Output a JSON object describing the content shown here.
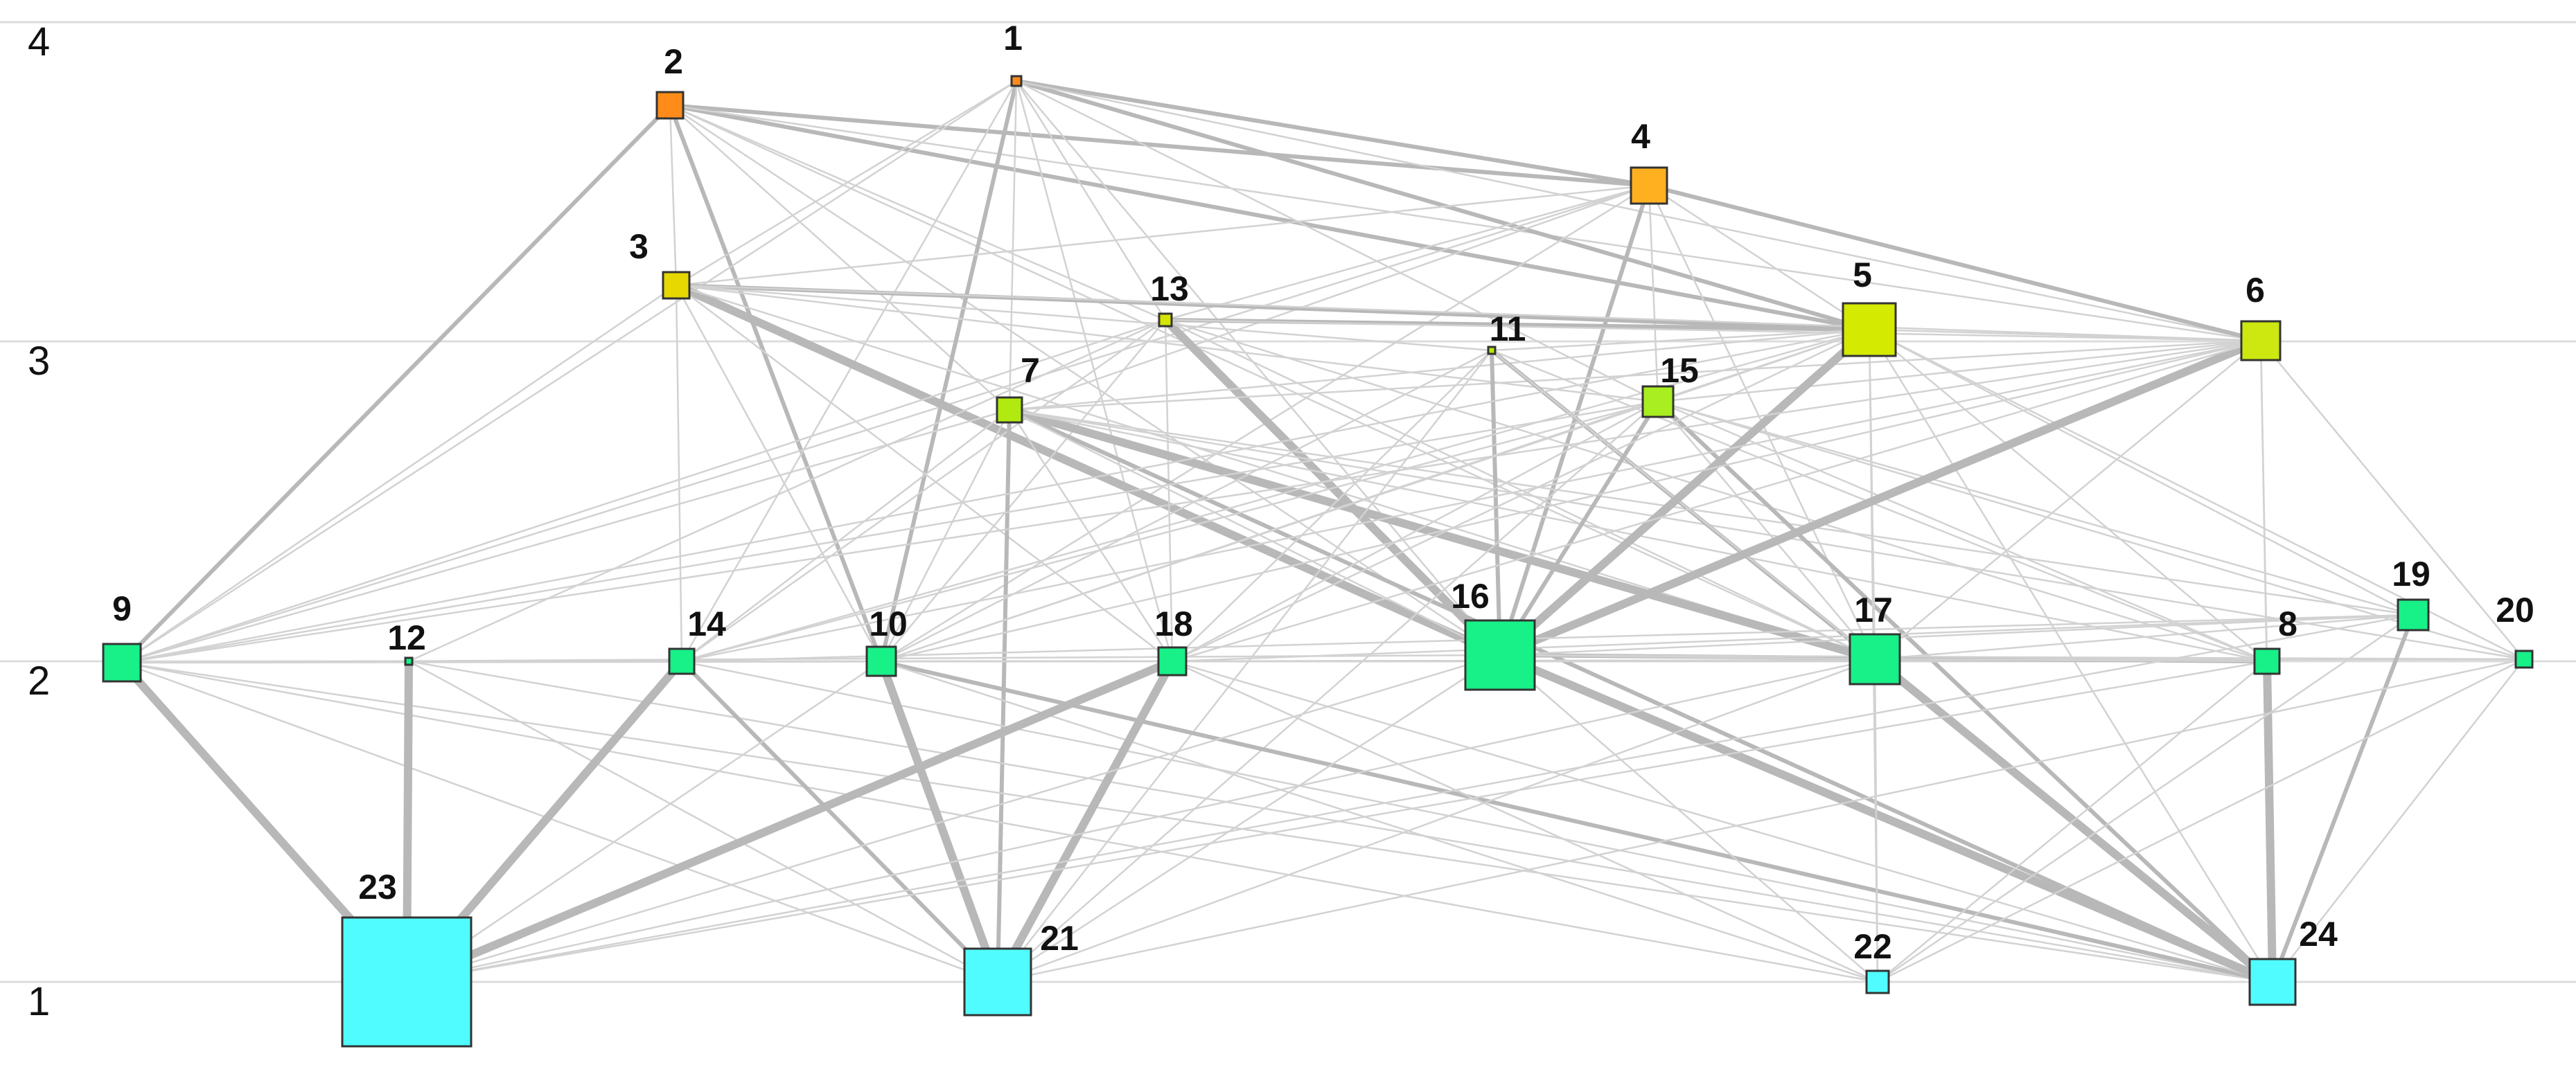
{
  "diagram": {
    "type": "layered-network",
    "levels": [
      {
        "value": 4,
        "label": "4"
      },
      {
        "value": 3,
        "label": "3"
      },
      {
        "value": 2,
        "label": "2"
      },
      {
        "value": 1,
        "label": "1"
      }
    ],
    "colors": {
      "level4": "#ff8c1a",
      "level4b": "#ffb020",
      "level3": "#d4e600",
      "level3b": "#e6d800",
      "level3c": "#a8ee20",
      "level2": "#18f088",
      "level1": "#50fcff",
      "edge": "#b8b8b8"
    },
    "nodes": [
      {
        "id": "1",
        "label": "1",
        "level": 4,
        "color": "#ff8c1a"
      },
      {
        "id": "2",
        "label": "2",
        "level": 4,
        "color": "#ff8c1a"
      },
      {
        "id": "4",
        "label": "4",
        "level": 4,
        "color": "#ffb020"
      },
      {
        "id": "3",
        "label": "3",
        "level": 3,
        "color": "#e6d800"
      },
      {
        "id": "13",
        "label": "13",
        "level": 3,
        "color": "#d4e600"
      },
      {
        "id": "7",
        "label": "7",
        "level": 3,
        "color": "#b0ea10"
      },
      {
        "id": "11",
        "label": "11",
        "level": 3,
        "color": "#b8ea00"
      },
      {
        "id": "15",
        "label": "15",
        "level": 3,
        "color": "#a8ee20"
      },
      {
        "id": "5",
        "label": "5",
        "level": 3,
        "color": "#d4ea00"
      },
      {
        "id": "6",
        "label": "6",
        "level": 3,
        "color": "#cce810"
      },
      {
        "id": "9",
        "label": "9",
        "level": 2,
        "color": "#18f088"
      },
      {
        "id": "12",
        "label": "12",
        "level": 2,
        "color": "#18f088"
      },
      {
        "id": "14",
        "label": "14",
        "level": 2,
        "color": "#18f088"
      },
      {
        "id": "10",
        "label": "10",
        "level": 2,
        "color": "#18f088"
      },
      {
        "id": "18",
        "label": "18",
        "level": 2,
        "color": "#18f088"
      },
      {
        "id": "16",
        "label": "16",
        "level": 2,
        "color": "#18f088"
      },
      {
        "id": "17",
        "label": "17",
        "level": 2,
        "color": "#18f088"
      },
      {
        "id": "8",
        "label": "8",
        "level": 2,
        "color": "#18f088"
      },
      {
        "id": "19",
        "label": "19",
        "level": 2,
        "color": "#18f088"
      },
      {
        "id": "20",
        "label": "20",
        "level": 2,
        "color": "#18f088"
      },
      {
        "id": "23",
        "label": "23",
        "level": 1,
        "color": "#50fcff"
      },
      {
        "id": "21",
        "label": "21",
        "level": 1,
        "color": "#50fcff"
      },
      {
        "id": "22",
        "label": "22",
        "level": 1,
        "color": "#50fcff"
      },
      {
        "id": "24",
        "label": "24",
        "level": 1,
        "color": "#50fcff"
      }
    ],
    "edges": [
      [
        "2",
        "4",
        "w"
      ],
      [
        "2",
        "5",
        "w"
      ],
      [
        "2",
        "6",
        "t"
      ],
      [
        "2",
        "9",
        "w"
      ],
      [
        "2",
        "10",
        "w"
      ],
      [
        "2",
        "3",
        "t"
      ],
      [
        "2",
        "13",
        "t"
      ],
      [
        "2",
        "7",
        "t"
      ],
      [
        "2",
        "16",
        "t"
      ],
      [
        "2",
        "17",
        "t"
      ],
      [
        "1",
        "4",
        "w"
      ],
      [
        "1",
        "5",
        "w"
      ],
      [
        "1",
        "6",
        "t"
      ],
      [
        "1",
        "10",
        "w"
      ],
      [
        "1",
        "7",
        "t"
      ],
      [
        "1",
        "3",
        "t"
      ],
      [
        "1",
        "13",
        "t"
      ],
      [
        "1",
        "9",
        "t"
      ],
      [
        "1",
        "14",
        "t"
      ],
      [
        "1",
        "16",
        "t"
      ],
      [
        "1",
        "15",
        "t"
      ],
      [
        "1",
        "18",
        "t"
      ],
      [
        "4",
        "5",
        "t"
      ],
      [
        "4",
        "6",
        "w"
      ],
      [
        "4",
        "16",
        "w"
      ],
      [
        "4",
        "15",
        "t"
      ],
      [
        "4",
        "13",
        "t"
      ],
      [
        "4",
        "7",
        "t"
      ],
      [
        "4",
        "3",
        "t"
      ],
      [
        "4",
        "9",
        "t"
      ],
      [
        "4",
        "17",
        "t"
      ],
      [
        "4",
        "10",
        "t"
      ],
      [
        "3",
        "16",
        "W"
      ],
      [
        "3",
        "5",
        "w"
      ],
      [
        "3",
        "6",
        "t"
      ],
      [
        "3",
        "9",
        "t"
      ],
      [
        "3",
        "14",
        "t"
      ],
      [
        "3",
        "10",
        "t"
      ],
      [
        "3",
        "17",
        "t"
      ],
      [
        "3",
        "18",
        "t"
      ],
      [
        "3",
        "15",
        "t"
      ],
      [
        "3",
        "11",
        "t"
      ],
      [
        "13",
        "5",
        "w"
      ],
      [
        "13",
        "6",
        "t"
      ],
      [
        "13",
        "16",
        "W"
      ],
      [
        "13",
        "9",
        "t"
      ],
      [
        "13",
        "18",
        "t"
      ],
      [
        "13",
        "10",
        "t"
      ],
      [
        "13",
        "17",
        "t"
      ],
      [
        "13",
        "12",
        "t"
      ],
      [
        "13",
        "14",
        "t"
      ],
      [
        "13",
        "8",
        "t"
      ],
      [
        "7",
        "21",
        "w"
      ],
      [
        "7",
        "17",
        "W"
      ],
      [
        "7",
        "24",
        "w"
      ],
      [
        "7",
        "16",
        "t"
      ],
      [
        "7",
        "9",
        "t"
      ],
      [
        "7",
        "19",
        "t"
      ],
      [
        "7",
        "8",
        "t"
      ],
      [
        "7",
        "10",
        "t"
      ],
      [
        "7",
        "14",
        "t"
      ],
      [
        "7",
        "18",
        "t"
      ],
      [
        "7",
        "6",
        "t"
      ],
      [
        "7",
        "5",
        "t"
      ],
      [
        "7",
        "20",
        "t"
      ],
      [
        "11",
        "16",
        "w"
      ],
      [
        "11",
        "24",
        "w"
      ],
      [
        "11",
        "17",
        "t"
      ],
      [
        "11",
        "8",
        "t"
      ],
      [
        "11",
        "10",
        "t"
      ],
      [
        "11",
        "21",
        "t"
      ],
      [
        "11",
        "18",
        "t"
      ],
      [
        "11",
        "5",
        "t"
      ],
      [
        "15",
        "16",
        "w"
      ],
      [
        "15",
        "24",
        "w"
      ],
      [
        "15",
        "17",
        "t"
      ],
      [
        "15",
        "19",
        "t"
      ],
      [
        "15",
        "8",
        "t"
      ],
      [
        "15",
        "20",
        "t"
      ],
      [
        "15",
        "9",
        "t"
      ],
      [
        "15",
        "10",
        "t"
      ],
      [
        "15",
        "14",
        "t"
      ],
      [
        "15",
        "18",
        "t"
      ],
      [
        "15",
        "21",
        "t"
      ],
      [
        "15",
        "6",
        "t"
      ],
      [
        "15",
        "5",
        "t"
      ],
      [
        "5",
        "16",
        "W"
      ],
      [
        "5",
        "17",
        "t"
      ],
      [
        "5",
        "24",
        "t"
      ],
      [
        "5",
        "18",
        "t"
      ],
      [
        "5",
        "9",
        "t"
      ],
      [
        "5",
        "14",
        "t"
      ],
      [
        "5",
        "10",
        "t"
      ],
      [
        "5",
        "8",
        "t"
      ],
      [
        "5",
        "19",
        "t"
      ],
      [
        "5",
        "20",
        "t"
      ],
      [
        "5",
        "22",
        "t"
      ],
      [
        "5",
        "6",
        "t"
      ],
      [
        "6",
        "16",
        "W"
      ],
      [
        "6",
        "8",
        "t"
      ],
      [
        "6",
        "20",
        "t"
      ],
      [
        "6",
        "17",
        "t"
      ],
      [
        "6",
        "9",
        "t"
      ],
      [
        "6",
        "14",
        "t"
      ],
      [
        "6",
        "18",
        "t"
      ],
      [
        "6",
        "10",
        "t"
      ],
      [
        "6",
        "24",
        "t"
      ],
      [
        "9",
        "23",
        "W"
      ],
      [
        "9",
        "21",
        "t"
      ],
      [
        "9",
        "24",
        "t"
      ],
      [
        "9",
        "16",
        "t"
      ],
      [
        "9",
        "20",
        "t"
      ],
      [
        "9",
        "22",
        "t"
      ],
      [
        "12",
        "23",
        "W"
      ],
      [
        "12",
        "24",
        "t"
      ],
      [
        "12",
        "21",
        "t"
      ],
      [
        "12",
        "8",
        "t"
      ],
      [
        "14",
        "23",
        "W"
      ],
      [
        "14",
        "21",
        "w"
      ],
      [
        "14",
        "24",
        "t"
      ],
      [
        "14",
        "19",
        "t"
      ],
      [
        "10",
        "21",
        "W"
      ],
      [
        "10",
        "24",
        "w"
      ],
      [
        "10",
        "23",
        "t"
      ],
      [
        "10",
        "22",
        "t"
      ],
      [
        "10",
        "8",
        "t"
      ],
      [
        "18",
        "23",
        "W"
      ],
      [
        "18",
        "21",
        "W"
      ],
      [
        "18",
        "24",
        "t"
      ],
      [
        "18",
        "19",
        "t"
      ],
      [
        "18",
        "20",
        "t"
      ],
      [
        "18",
        "22",
        "t"
      ],
      [
        "16",
        "24",
        "W"
      ],
      [
        "16",
        "23",
        "t"
      ],
      [
        "16",
        "21",
        "t"
      ],
      [
        "16",
        "8",
        "w"
      ],
      [
        "16",
        "22",
        "t"
      ],
      [
        "16",
        "17",
        "t"
      ],
      [
        "16",
        "19",
        "t"
      ],
      [
        "16",
        "20",
        "t"
      ],
      [
        "17",
        "24",
        "W"
      ],
      [
        "17",
        "22",
        "t"
      ],
      [
        "17",
        "23",
        "t"
      ],
      [
        "17",
        "19",
        "t"
      ],
      [
        "17",
        "20",
        "t"
      ],
      [
        "17",
        "8",
        "t"
      ],
      [
        "17",
        "21",
        "t"
      ],
      [
        "8",
        "24",
        "W"
      ],
      [
        "8",
        "22",
        "t"
      ],
      [
        "8",
        "23",
        "t"
      ],
      [
        "19",
        "24",
        "w"
      ],
      [
        "19",
        "22",
        "t"
      ],
      [
        "19",
        "23",
        "t"
      ],
      [
        "20",
        "24",
        "t"
      ],
      [
        "20",
        "22",
        "t"
      ],
      [
        "20",
        "21",
        "t"
      ]
    ]
  }
}
